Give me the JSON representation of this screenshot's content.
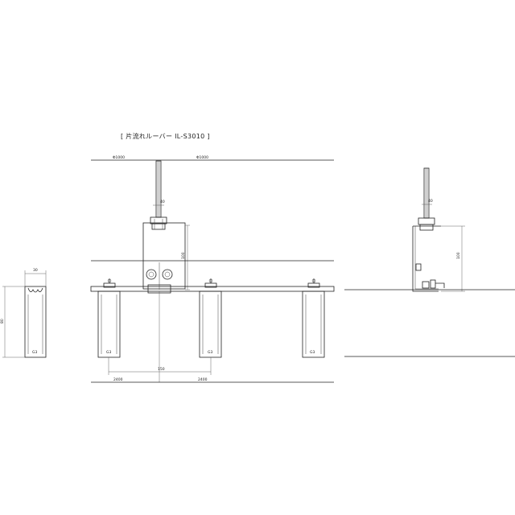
{
  "title": "[ 片流れルーバー IL-S3010 ]",
  "labels": {
    "ceiling_left": "Φ1000",
    "ceiling_right": "Φ1000",
    "bolt_dim": "40",
    "hanger_height": "100",
    "hanger_height_side": "100",
    "bolt_dim_side": "40",
    "section_width": "30",
    "section_height": "80",
    "louver_pitch": "150",
    "bottom_left": "2400",
    "bottom_right": "2400",
    "louver_mark_1": "G3",
    "louver_mark_2": "G3",
    "louver_mark_3": "G3",
    "section_mark": "G3"
  }
}
